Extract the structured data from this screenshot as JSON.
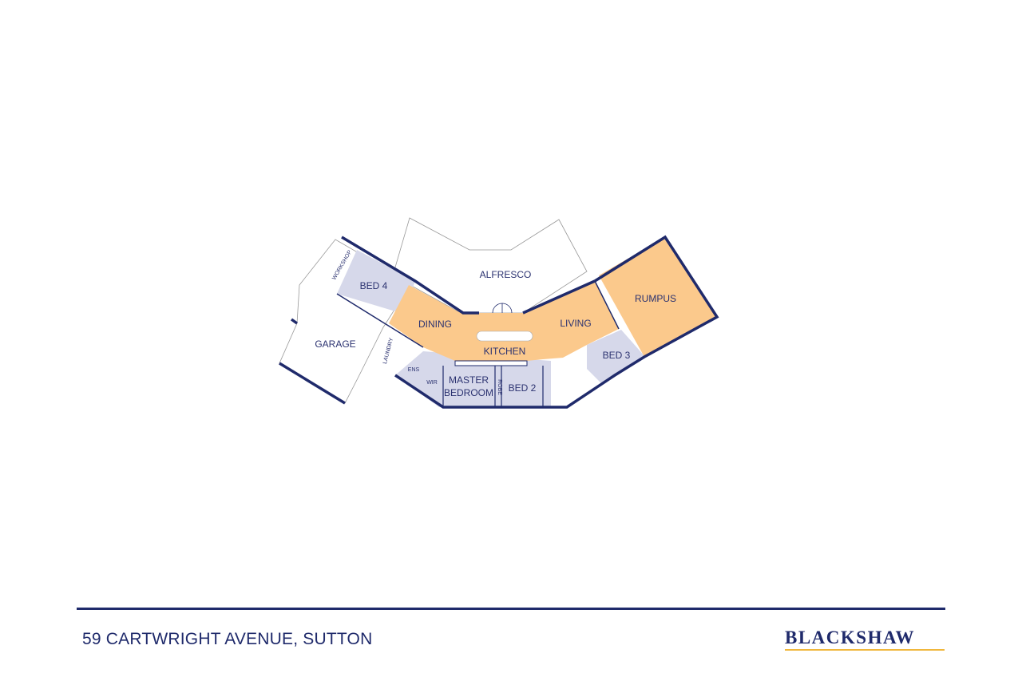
{
  "rooms": {
    "alfresco": "ALFRESCO",
    "rumpus": "RUMPUS",
    "dining": "DINING",
    "living": "LIVING",
    "kitchen": "KITCHEN",
    "bed4": "BED 4",
    "bed3": "BED 3",
    "bed2": "BED 2",
    "garage": "GARAGE",
    "master_line1": "MASTER",
    "master_line2": "BEDROOM",
    "workshop": "WORKSHOP",
    "laundry": "LAUNDRY",
    "ens": "ENS",
    "wir": "WIR",
    "robe": "ROBE"
  },
  "colors": {
    "living_zone": "#fbc98c",
    "bedroom_zone": "#d6d8ea",
    "wall": "#1f2a6b",
    "accent": "#f0b73c"
  },
  "footer": {
    "address": "59 CARTWRIGHT AVENUE, SUTTON",
    "brand": "BLACKSHAW"
  }
}
